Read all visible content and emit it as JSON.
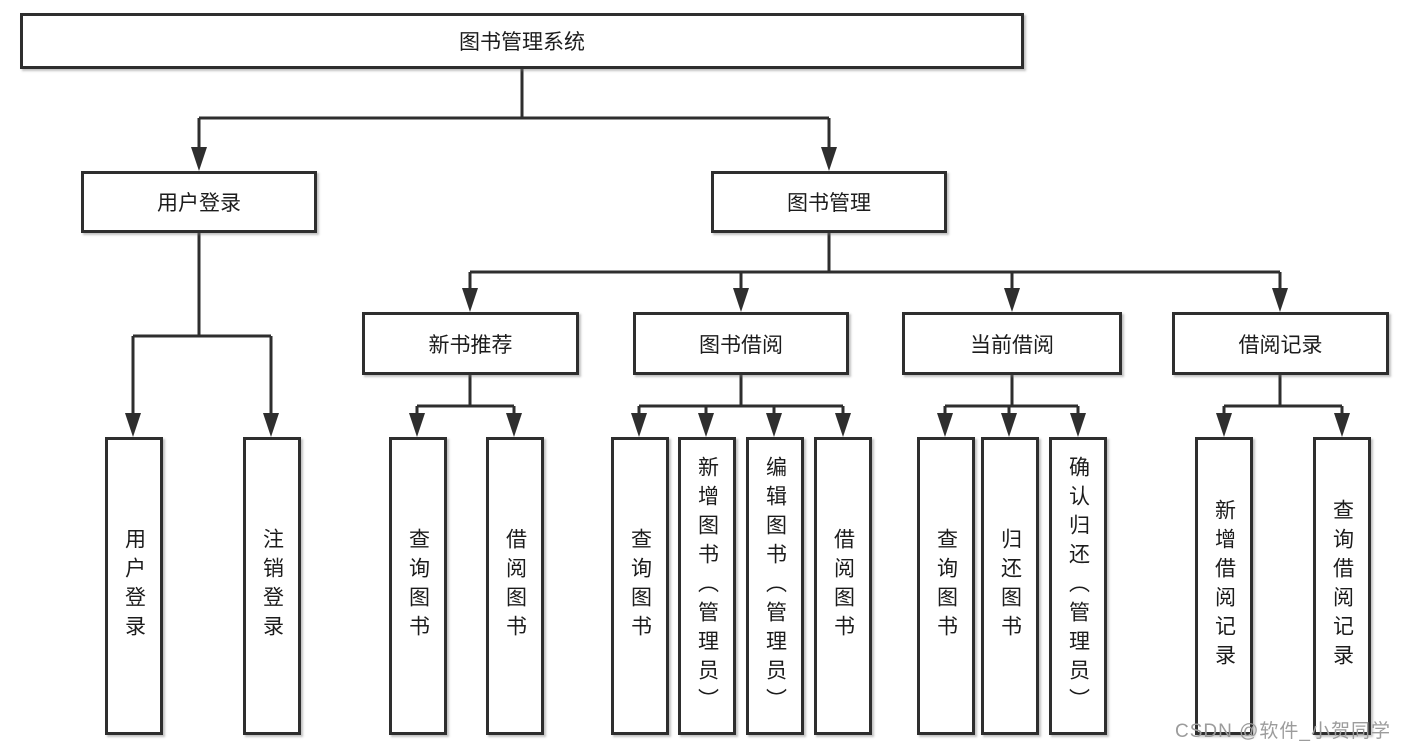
{
  "diagram": {
    "title": "图书管理系统",
    "branches": {
      "user_login": {
        "label": "用户登录",
        "children": [
          {
            "label": "用户登录"
          },
          {
            "label": "注销登录"
          }
        ]
      },
      "book_mgmt": {
        "label": "图书管理",
        "children": [
          {
            "label": "新书推荐",
            "children": [
              {
                "label": "查询图书"
              },
              {
                "label": "借阅图书"
              }
            ]
          },
          {
            "label": "图书借阅",
            "children": [
              {
                "label": "查询图书"
              },
              {
                "label": "新增图书（管理员）"
              },
              {
                "label": "编辑图书（管理员）"
              },
              {
                "label": "借阅图书"
              }
            ]
          },
          {
            "label": "当前借阅",
            "children": [
              {
                "label": "查询图书"
              },
              {
                "label": "归还图书"
              },
              {
                "label": "确认归还（管理员）"
              }
            ]
          },
          {
            "label": "借阅记录",
            "children": [
              {
                "label": "新增借阅记录"
              },
              {
                "label": "查询借阅记录"
              }
            ]
          }
        ]
      }
    },
    "colors": {
      "line": "#2e2e2e",
      "text": "#1c1c1c",
      "box_fill": "#ffffff",
      "background": "#ffffff",
      "watermark": "#9c9c9c"
    }
  },
  "watermark": {
    "text": "CSDN @软件_小贺同学"
  }
}
